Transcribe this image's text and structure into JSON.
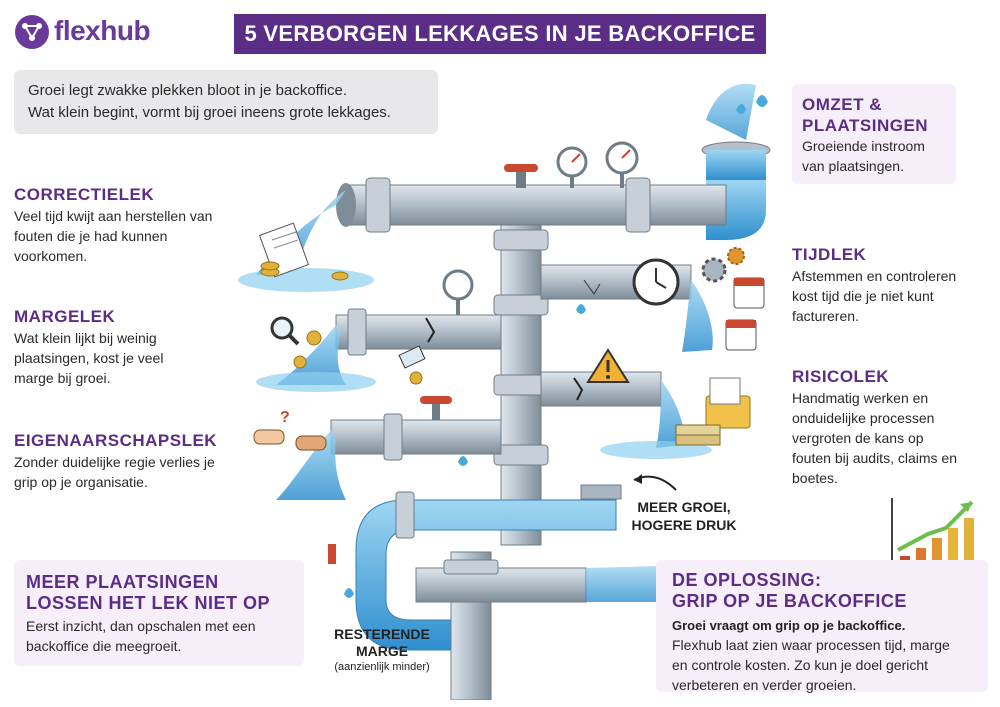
{
  "brand": {
    "name": "flexhub"
  },
  "title": "5 VERBORGEN LEKKAGES IN JE BACKOFFICE",
  "intro": {
    "line1": "Groei legt zwakke plekken bloot in je backoffice.",
    "line2": "Wat klein begint, vormt bij groei ineens grote lekkages."
  },
  "leaks": {
    "correctie": {
      "title": "CORRECTIELEK",
      "lines": [
        "Veel tijd kwijt aan herstellen van",
        "fouten die je had kunnen",
        "voorkomen."
      ]
    },
    "marge": {
      "title": "MARGELEK",
      "lines": [
        "Wat klein lijkt bij weinig",
        "plaatsingen, kost je veel",
        "marge bij groei."
      ]
    },
    "eigenaarschap": {
      "title": "EIGENAARSCHAPSLEK",
      "lines": [
        "Zonder duidelijke regie verlies je",
        "grip op je organisatie."
      ]
    },
    "tijd": {
      "title": "TIJDLEK",
      "lines": [
        "Afstemmen en controleren",
        "kost tijd die je niet kunt",
        "factureren."
      ]
    },
    "risico": {
      "title": "RISICOLEK",
      "lines": [
        "Handmatig werken en",
        "onduidelijke processen",
        "vergroten  de kans op",
        "fouten bij audits, claims en",
        "boetes."
      ]
    }
  },
  "omzet": {
    "title_line1": "OMZET &",
    "title_line2": "PLAATSINGEN",
    "lines": [
      "Groeiende instroom",
      "van plaatsingen."
    ]
  },
  "meer_plaatsingen": {
    "title_line1": "MEER PLAATSINGEN",
    "title_line2": "LOSSEN HET LEK NIET OP",
    "lines": [
      "Eerst inzicht, dan opschalen met een",
      "backoffice die meegroeit."
    ]
  },
  "oplossing": {
    "title_line1": "DE OPLOSSING:",
    "title_line2": "GRIP OP JE BACKOFFICE",
    "bold_line": "Groei vraagt om grip op je backoffice.",
    "lines": [
      "Flexhub laat zien waar processen tijd, marge",
      "en controle kosten. Zo kun je doel gericht",
      "verbeteren en verder groeien."
    ]
  },
  "labels": {
    "meer_groei_1": "MEER GROEI,",
    "meer_groei_2": "HOGERE DRUK",
    "resterende_1": "RESTERENDE",
    "resterende_2": "MARGE",
    "resterende_3": "(aanzienlijk minder)"
  },
  "colors": {
    "purple": "#5b2d86",
    "pipe": "#a9b6c2",
    "water": "#4aa9dc",
    "card": "#f6eef8",
    "intro_bg": "#e8e8ea"
  },
  "icons": [
    "flexhub-logo-icon",
    "gauge-icon",
    "valve-icon",
    "clock-icon",
    "gear-icon",
    "calendar-icon",
    "magnifier-icon",
    "coin-icon",
    "price-tag-icon",
    "warning-icon",
    "folder-icon",
    "document-icon",
    "pointing-hands-icon",
    "bar-chart-icon",
    "curved-arrow-icon"
  ]
}
